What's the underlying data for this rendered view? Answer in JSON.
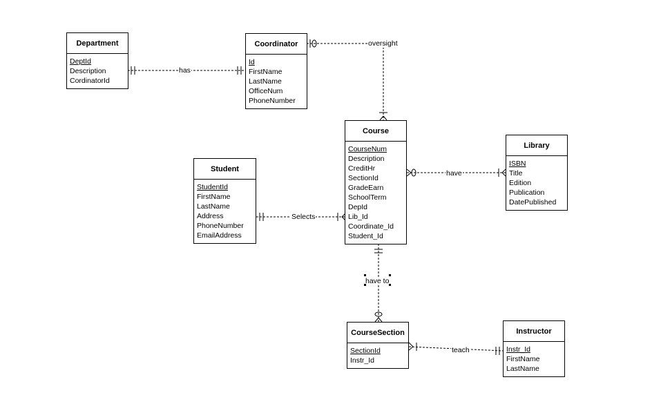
{
  "entities": {
    "department": {
      "title": "Department",
      "attributes": [
        {
          "name": "DeptId",
          "pk": true
        },
        {
          "name": "Description"
        },
        {
          "name": "CordinatorId"
        }
      ]
    },
    "coordinator": {
      "title": "Coordinator",
      "attributes": [
        {
          "name": "Id",
          "pk": true
        },
        {
          "name": "FirstName"
        },
        {
          "name": "LastName"
        },
        {
          "name": "OfficeNum"
        },
        {
          "name": "PhoneNumber"
        }
      ]
    },
    "course": {
      "title": "Course",
      "attributes": [
        {
          "name": "CourseNum",
          "pk": true
        },
        {
          "name": "Description"
        },
        {
          "name": "CreditHr"
        },
        {
          "name": "SectionId"
        },
        {
          "name": "GradeEarn"
        },
        {
          "name": "SchoolTerm"
        },
        {
          "name": "DepId"
        },
        {
          "name": "Lib_Id"
        },
        {
          "name": "Coordinate_Id"
        },
        {
          "name": "Student_Id"
        }
      ]
    },
    "library": {
      "title": "Library",
      "attributes": [
        {
          "name": "ISBN",
          "pk": true
        },
        {
          "name": "Title"
        },
        {
          "name": "Edition"
        },
        {
          "name": "Publication"
        },
        {
          "name": "DatePublished"
        }
      ]
    },
    "student": {
      "title": "Student",
      "attributes": [
        {
          "name": "StudentId",
          "pk": true
        },
        {
          "name": "FirstName"
        },
        {
          "name": "LastName"
        },
        {
          "name": "Address"
        },
        {
          "name": "PhoneNumber"
        },
        {
          "name": "EmailAddress"
        }
      ]
    },
    "coursesection": {
      "title": "CourseSection",
      "attributes": [
        {
          "name": "SectionId",
          "pk": true
        },
        {
          "name": "Instr_Id"
        }
      ]
    },
    "instructor": {
      "title": "Instructor",
      "attributes": [
        {
          "name": "Instr_Id",
          "pk": true
        },
        {
          "name": "FirstName"
        },
        {
          "name": "LastName"
        }
      ]
    }
  },
  "relationships": {
    "has": {
      "label": "has",
      "from": "Department",
      "to": "Coordinator",
      "from_cardinality": "exactly-one",
      "to_cardinality": "exactly-one"
    },
    "oversight": {
      "label": "oversight",
      "from": "Coordinator",
      "to": "Course",
      "from_cardinality": "zero-or-one",
      "to_cardinality": "one-or-many"
    },
    "have": {
      "label": "have",
      "from": "Course",
      "to": "Library",
      "from_cardinality": "zero-or-many",
      "to_cardinality": "one-or-many"
    },
    "selects": {
      "label": "Selects",
      "from": "Student",
      "to": "Course",
      "from_cardinality": "exactly-one",
      "to_cardinality": "one-or-many"
    },
    "have_to": {
      "label": "have to",
      "from": "Course",
      "to": "CourseSection",
      "from_cardinality": "exactly-one",
      "to_cardinality": "zero-or-many"
    },
    "teach": {
      "label": "teach",
      "from": "CourseSection",
      "to": "Instructor",
      "from_cardinality": "one-or-many",
      "to_cardinality": "exactly-one"
    }
  }
}
